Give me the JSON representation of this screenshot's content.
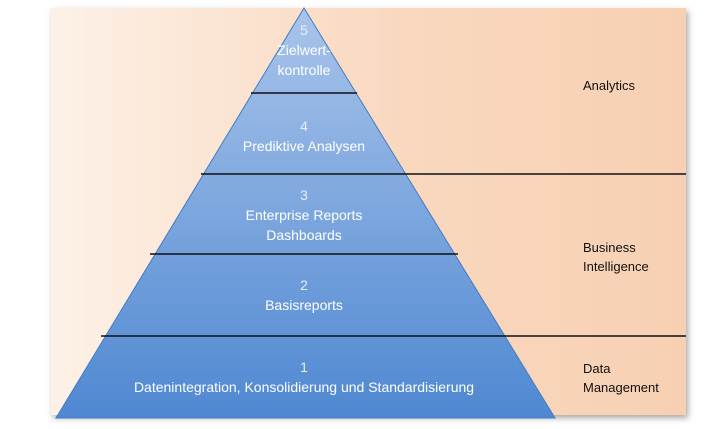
{
  "levels": [
    {
      "number": "5",
      "lines": [
        "Zielwert-",
        "kontrolle"
      ]
    },
    {
      "number": "4",
      "lines": [
        "Prediktive Analysen"
      ]
    },
    {
      "number": "3",
      "lines": [
        "Enterprise Reports",
        "Dashboards"
      ]
    },
    {
      "number": "2",
      "lines": [
        "Basisreports"
      ]
    },
    {
      "number": "1",
      "lines": [
        "Datenintegration, Konsolidierung und Standardisierung"
      ]
    }
  ],
  "categories": [
    {
      "lines": [
        "Analytics"
      ]
    },
    {
      "lines": [
        "Business",
        "Intelligence"
      ]
    },
    {
      "lines": [
        "Data",
        "Management"
      ]
    }
  ],
  "colors": {
    "pyramid_top": "#a9c4ea",
    "pyramid_bottom": "#4f88d2",
    "pyramid_edge": "#2f6eb8",
    "divider": "#111111"
  }
}
